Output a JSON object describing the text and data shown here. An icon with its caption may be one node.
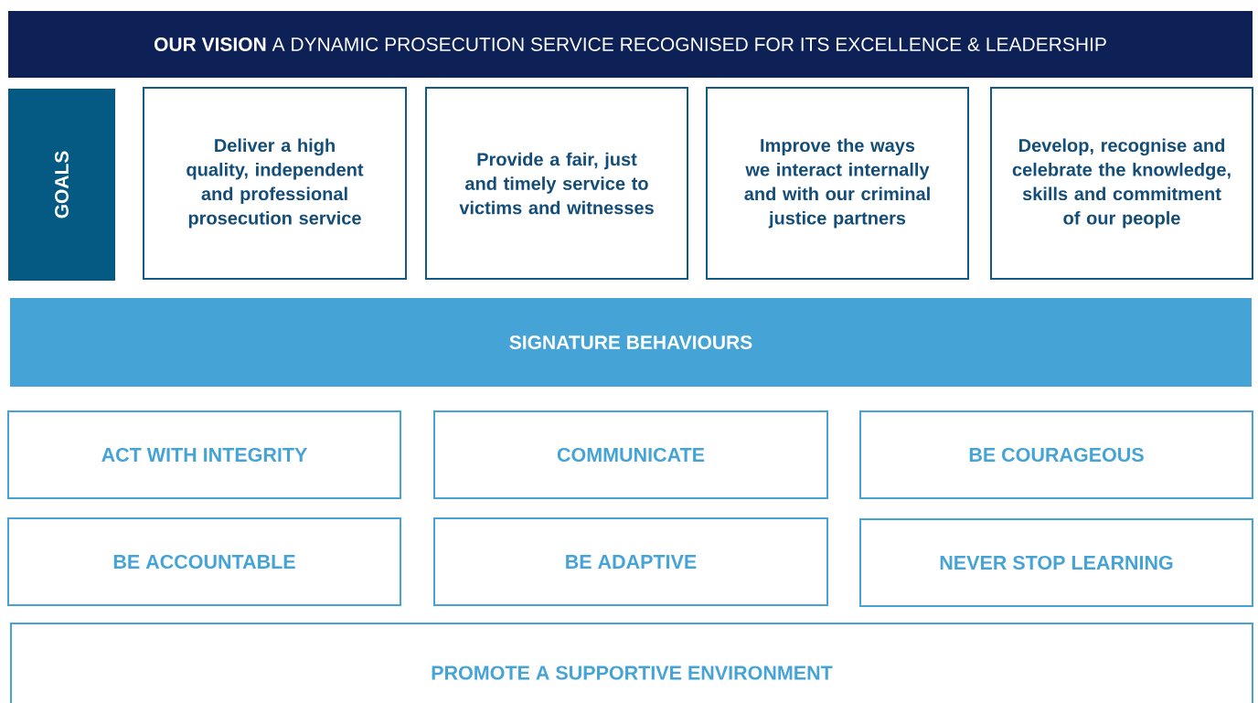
{
  "diagram": {
    "nodes": [
      {
        "text": [
          "**OUR VISION** A DYNAMIC PROSECUTION SERVICE RECOGNISED FOR ITS EXCELLENCE & LEADERSHIP"
        ]
      },
      {
        "text": [
          "GOALS"
        ]
      },
      {
        "text": [
          "Deliver a high quality, independent and professional prosecution service"
        ]
      },
      {
        "text": [
          "Provide a fair, just and timely service to victims and witnesses"
        ]
      },
      {
        "text": [
          "Improve the ways we interact internally and with our criminal justice partners"
        ]
      },
      {
        "text": [
          "Develop, recognise and celebrate the knowledge, skills and commitment of our people"
        ]
      },
      {
        "text": [
          "SIGNATURE BEHAVIOURS"
        ]
      },
      {
        "text": [
          "ACT WITH INTEGRITY"
        ]
      },
      {
        "text": [
          "COMMUNICATE"
        ]
      },
      {
        "text": [
          "BE COURAGEOUS"
        ]
      },
      {
        "text": [
          "BE ACCOUNTABLE"
        ]
      },
      {
        "text": [
          "BE ADAPTIVE"
        ]
      },
      {
        "text": [
          "NEVER STOP LEARNING"
        ]
      },
      {
        "text": [
          "PROMOTE A SUPPORTIVE ENVIRONMENT"
        ]
      }
    ]
  }
}
